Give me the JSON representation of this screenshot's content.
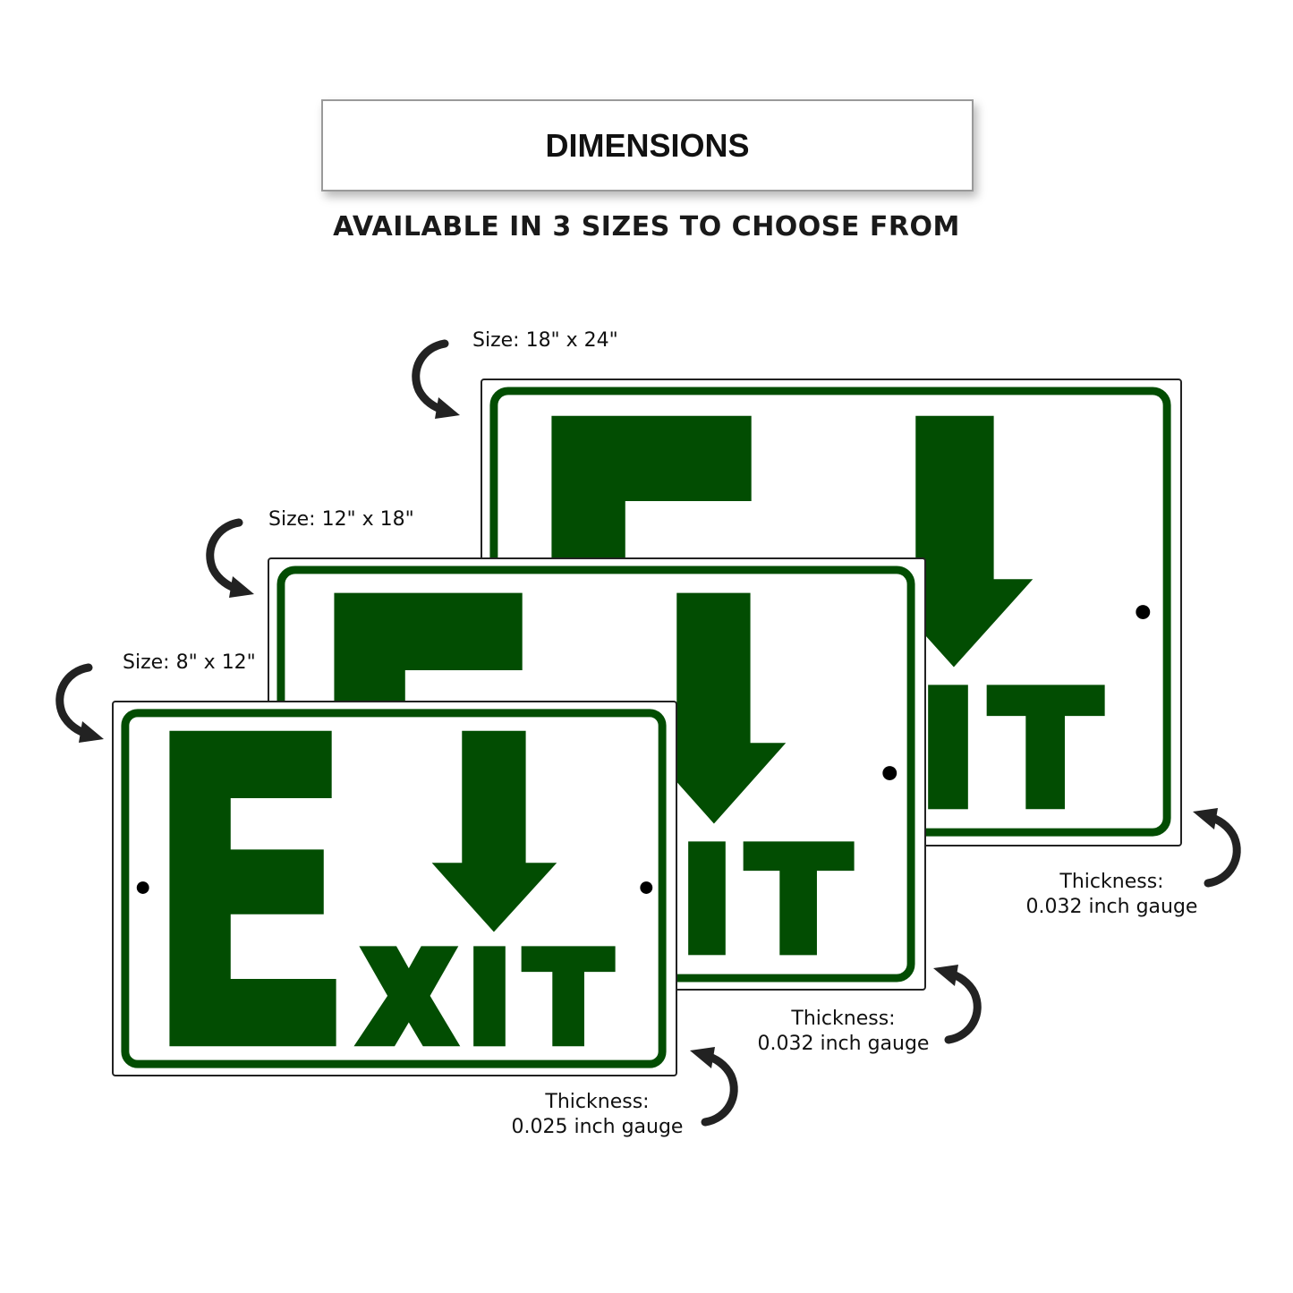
{
  "header": {
    "title": "DIMENSIONS",
    "subtitle": "AVAILABLE IN 3 SIZES TO CHOOSE FROM"
  },
  "sign_text": "EXIT",
  "colors": {
    "sign_green": "#024d02",
    "border_gray": "#9a9a9a",
    "arrow_dark": "#222222"
  },
  "icons": [
    "curved-arrow-icon",
    "down-arrow-icon",
    "mounting-hole-icon"
  ],
  "sizes": [
    {
      "size_label": "Size: 18\" x 24\"",
      "thickness_title": "Thickness:",
      "thickness_value": "0.032 inch gauge"
    },
    {
      "size_label": "Size: 12\" x 18\"",
      "thickness_title": "Thickness:",
      "thickness_value": "0.032 inch gauge"
    },
    {
      "size_label": "Size: 8\" x 12\"",
      "thickness_title": "Thickness:",
      "thickness_value": "0.025 inch gauge"
    }
  ]
}
